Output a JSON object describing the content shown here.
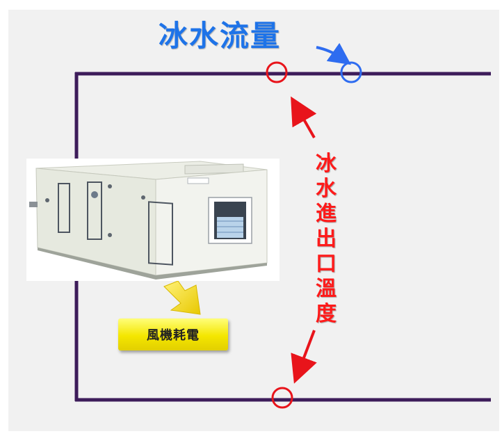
{
  "labels": {
    "flow": "冰水流量",
    "temperature_chars": [
      "冰",
      "水",
      "進",
      "出",
      "口",
      "溫",
      "度"
    ],
    "fan_power": "風機耗電"
  },
  "colors": {
    "pipe": "#3d1c5a",
    "flow_text": "#1e73e8",
    "temperature_text": "#ff1a1a",
    "sensor_red": "#e8141b",
    "sensor_blue": "#2e6cf0",
    "badge_yellow": "#f4e600",
    "callout_arrow": "#f2d600"
  },
  "icons": {
    "flow_arrow": "arrow-icon",
    "callout_arrow": "callout-arrow-icon"
  }
}
